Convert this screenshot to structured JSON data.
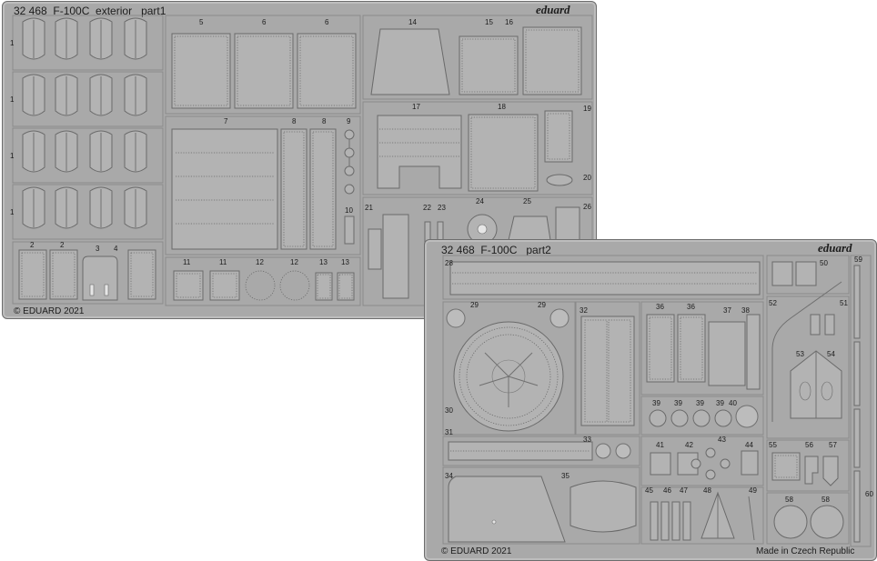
{
  "fret1": {
    "title": "32 468  F-100C  exterior   part1",
    "brand": "eduard",
    "copyright": "© EDUARD 2021",
    "labels": {
      "p1a": "1",
      "p1b": "1",
      "p1c": "1",
      "p1d": "1",
      "p2a": "2",
      "p2b": "2",
      "p3": "3",
      "p4": "4",
      "p5": "5",
      "p6a": "6",
      "p6b": "6",
      "p7": "7",
      "p8a": "8",
      "p8b": "8",
      "p9": "9",
      "p10": "10",
      "p11a": "11",
      "p11b": "11",
      "p12a": "12",
      "p12b": "12",
      "p13a": "13",
      "p13b": "13",
      "p14": "14",
      "p15": "15",
      "p16": "16",
      "p17": "17",
      "p18": "18",
      "p19": "19",
      "p20": "20",
      "p21": "21",
      "p22": "22",
      "p23": "23",
      "p24": "24",
      "p25": "25",
      "p26": "26"
    }
  },
  "fret2": {
    "title": "32 468  F-100C   part2",
    "brand": "eduard",
    "copyright": "© EDUARD 2021",
    "made_in": "Made in Czech Republic",
    "labels": {
      "p28": "28",
      "p29a": "29",
      "p29b": "29",
      "p30": "30",
      "p31": "31",
      "p32": "32",
      "p33": "33",
      "p34": "34",
      "p35": "35",
      "p36a": "36",
      "p36b": "36",
      "p37": "37",
      "p38": "38",
      "p39a": "39",
      "p39b": "39",
      "p39c": "39",
      "p39d": "39",
      "p40": "40",
      "p41": "41",
      "p42": "42",
      "p43": "43",
      "p44": "44",
      "p45": "45",
      "p46": "46",
      "p47": "47",
      "p48": "48",
      "p49": "49",
      "p50": "50",
      "p51": "51",
      "p52": "52",
      "p53": "53",
      "p54": "54",
      "p55": "55",
      "p56": "56",
      "p57": "57",
      "p58a": "58",
      "p58b": "58",
      "p59": "59",
      "p60": "60"
    }
  }
}
